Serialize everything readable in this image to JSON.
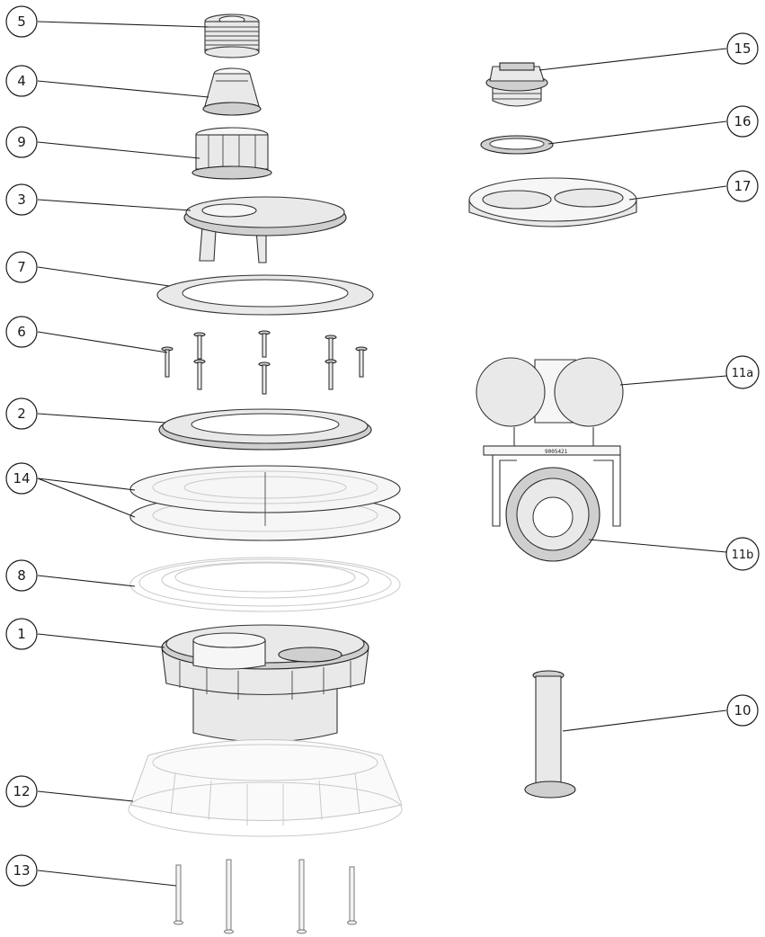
{
  "callouts": [
    {
      "id": "c5",
      "label": "5"
    },
    {
      "id": "c4",
      "label": "4"
    },
    {
      "id": "c9",
      "label": "9"
    },
    {
      "id": "c3",
      "label": "3"
    },
    {
      "id": "c7",
      "label": "7"
    },
    {
      "id": "c6",
      "label": "6"
    },
    {
      "id": "c2",
      "label": "2"
    },
    {
      "id": "c14",
      "label": "14"
    },
    {
      "id": "c8",
      "label": "8"
    },
    {
      "id": "c1",
      "label": "1"
    },
    {
      "id": "c12",
      "label": "12"
    },
    {
      "id": "c13",
      "label": "13"
    },
    {
      "id": "c15",
      "label": "15"
    },
    {
      "id": "c16",
      "label": "16"
    },
    {
      "id": "c17",
      "label": "17"
    },
    {
      "id": "c11a",
      "label": "11a"
    },
    {
      "id": "c11b",
      "label": "11b"
    },
    {
      "id": "c10",
      "label": "10"
    }
  ],
  "part_marking": "9005421"
}
